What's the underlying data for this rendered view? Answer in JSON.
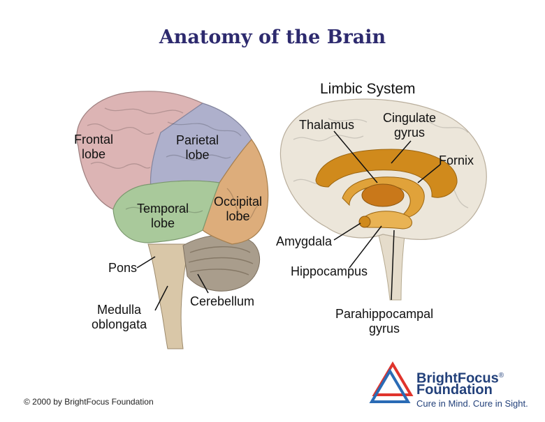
{
  "title": "Anatomy of the Brain",
  "left_diagram": {
    "labels": {
      "frontal": [
        "Frontal",
        "lobe"
      ],
      "parietal": [
        "Parietal",
        "lobe"
      ],
      "temporal": [
        "Temporal",
        "lobe"
      ],
      "occipital": [
        "Occipital",
        "lobe"
      ],
      "pons": "Pons",
      "medulla": [
        "Medulla",
        "oblongata"
      ],
      "cerebellum": "Cerebellum"
    },
    "colors": {
      "frontal": "#dcb4b4",
      "parietal": "#aeb0cc",
      "temporal": "#a9c99b",
      "occipital": "#ddad7b",
      "cerebellum": "#a99d8c",
      "brainstem": "#d9c7a8"
    }
  },
  "right_diagram": {
    "heading": "Limbic System",
    "labels": {
      "thalamus": "Thalamus",
      "cingulate": [
        "Cingulate",
        "gyrus"
      ],
      "fornix": "Fornix",
      "amygdala": "Amygdala",
      "hippocampus": "Hippocampus",
      "parahippocampal": [
        "Parahippocampal",
        "gyrus"
      ]
    },
    "colors": {
      "brain": "#ece6da",
      "limbic": "#d08a1c",
      "limbic_light": "#e9b354"
    }
  },
  "footer": {
    "copyright": "© 2000 by BrightFocus Foundation",
    "org_name_line1": "BrightFocus",
    "org_name_mark": "®",
    "org_name_line2": "Foundation",
    "tagline": "Cure in Mind. Cure in Sight.",
    "logo_colors": {
      "red": "#e0342c",
      "blue": "#2a6bb5"
    }
  }
}
